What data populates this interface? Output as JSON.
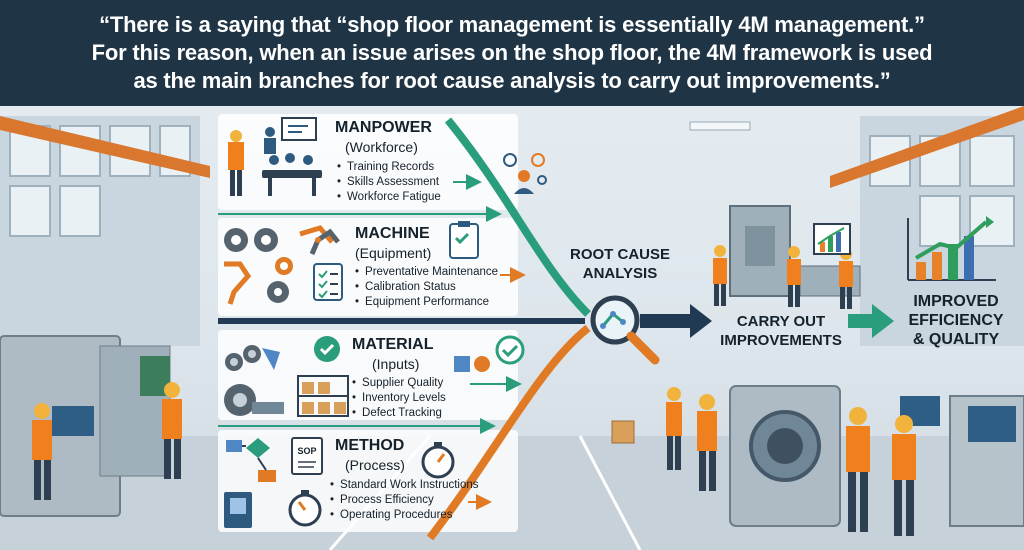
{
  "header": {
    "lines": [
      "“There is a saying that “shop floor management is essentially 4M management.”",
      "For this reason, when an issue arises on the shop floor, the 4M framework is used",
      "as the main branches for root cause analysis to carry out improvements.”"
    ]
  },
  "categories": [
    {
      "title": "MANPOWER",
      "subtitle": "(Workforce)",
      "items": [
        "Training Records",
        "Skills Assessment",
        "Workforce Fatigue"
      ]
    },
    {
      "title": "MACHINE",
      "subtitle": "(Equipment)",
      "items": [
        "Preventative Maintenance",
        "Calibration Status",
        "Equipment Performance"
      ]
    },
    {
      "title": "MATERIAL",
      "subtitle": "(Inputs)",
      "items": [
        "Supplier Quality",
        "Inventory Levels",
        "Defect Tracking"
      ]
    },
    {
      "title": "METHOD",
      "subtitle": "(Process)",
      "items": [
        "Standard Work Instructions",
        "Process Efficiency",
        "Operating Procedures"
      ]
    }
  ],
  "center": {
    "line1": "ROOT CAUSE",
    "line2": "ANALYSIS"
  },
  "improve": {
    "line1": "CARRY OUT",
    "line2": "IMPROVEMENTS"
  },
  "result": {
    "line1": "IMPROVED",
    "line2": "EFFICIENCY",
    "line3": "& QUALITY"
  },
  "sop_label": "SOP",
  "colors": {
    "header_bg": "#1f3445",
    "arrow_dark": "#1f3a52",
    "arrow_green": "#2a9d7c",
    "arrow_orange": "#e07a24",
    "worker_vest": "#f07f1e",
    "bars": [
      "#e7812a",
      "#2f9d5b",
      "#3d6fb0"
    ]
  },
  "icons": [
    "meeting-icon",
    "presentation-icon",
    "idea-network-icon",
    "gear-icon",
    "robot-arm-icon",
    "clipboard-icon",
    "checklist-icon",
    "pipes-icon",
    "coil-icon",
    "shelf-boxes-icon",
    "award-icon",
    "cubes-icon",
    "flowchart-icon",
    "stopwatch-icon",
    "sop-document-icon",
    "binder-icon",
    "magnifier-icon",
    "growth-chart-icon"
  ]
}
